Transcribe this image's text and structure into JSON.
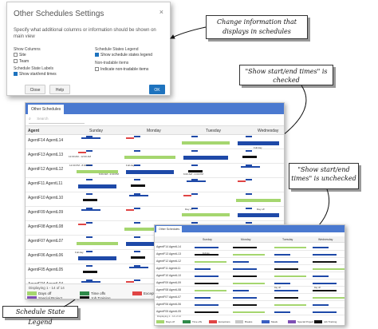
{
  "dialog": {
    "title": "Other Schedules Settings",
    "close_glyph": "×",
    "description": "Specify what additional columns or information should be shown on main view",
    "show_columns_heading": "Show Columns",
    "columns": [
      {
        "label": "Site",
        "checked": false
      },
      {
        "label": "Team",
        "checked": false
      }
    ],
    "state_labels_heading": "Schedule State Labels",
    "state_labels": [
      {
        "label": "Show start/end times",
        "checked": true
      }
    ],
    "legend_heading": "Schedule States Legend",
    "legend_options": [
      {
        "label": "Show schedule states legend",
        "checked": true
      }
    ],
    "non_tradable_heading": "Non-tradable items",
    "non_tradable_options": [
      {
        "label": "Indicate non-tradable items",
        "checked": false
      }
    ],
    "close_label": "Close",
    "help_label": "Help",
    "ok_label": "OK"
  },
  "callouts": {
    "change_info": "Change information that displays in schedules",
    "checked": "\"Show start/end times\" is checked",
    "unchecked": "\"Show start/end times\" is unchecked",
    "legend": "Schedule State Legend"
  },
  "main": {
    "tab_label": "Other Schedules",
    "search_placeholder": "Search",
    "agent_header": "Agent",
    "days": [
      "Sunday",
      "Monday",
      "Tuesday",
      "Wednesday"
    ],
    "agents": [
      "AgentF14 AgentL14",
      "AgentF13 AgentL13",
      "AgentF12 AgentL12",
      "AgentF11 AgentL11",
      "AgentF10 AgentL10",
      "AgentF09 AgentL09",
      "AgentF08 AgentL08",
      "AgentF07 AgentL07",
      "AgentF06 AgentL06",
      "AgentF05 AgentL05",
      "AgentF04 AgentL04"
    ],
    "texts": {
      "full_day": "Full day",
      "day_off": "Day off",
      "time_a": "12:00 AM - 12:00 AM",
      "time_b": "12:00 PM - 8:00 PM",
      "time_c": "6:00 AM - 2:00 PM"
    },
    "pagination": "Displaying 1 - 14 of 14",
    "legend": [
      {
        "label": "Days off",
        "color": "#a5d66f"
      },
      {
        "label": "Time offs",
        "color": "#2f8a4a"
      },
      {
        "label": "Exceptions",
        "color": "#e04545"
      },
      {
        "label": "Breaks",
        "color": "#c8c8c8"
      },
      {
        "label": "Meals",
        "color": "#3a5fc2"
      },
      {
        "label": "Special Project",
        "color": "#7e4fb4"
      },
      {
        "label": "Job Training",
        "color": "#111111"
      }
    ],
    "colors": {
      "accent": "#4a79d0",
      "work": "#1e49a8",
      "dayoff": "#a5d66f",
      "exception": "#e04545",
      "timeoff": "#2f8a4a",
      "training": "#111111"
    }
  },
  "mini": {
    "tab_label": "Other Schedules",
    "days": [
      "Sunday",
      "Monday",
      "Tuesday",
      "Wednesday"
    ],
    "agents": [
      "AgentF14 AgentL14",
      "AgentF13 AgentL13",
      "AgentF12 AgentL12",
      "AgentF11 AgentL11",
      "AgentF10 AgentL10",
      "AgentF09 AgentL09",
      "AgentF08 AgentL08",
      "AgentF07 AgentL07",
      "AgentF06 AgentL06",
      "AgentF05 AgentL05"
    ],
    "full_day": "Full day",
    "day_off": "Day off",
    "pagination": "Displaying 1 - 14 of 14"
  }
}
